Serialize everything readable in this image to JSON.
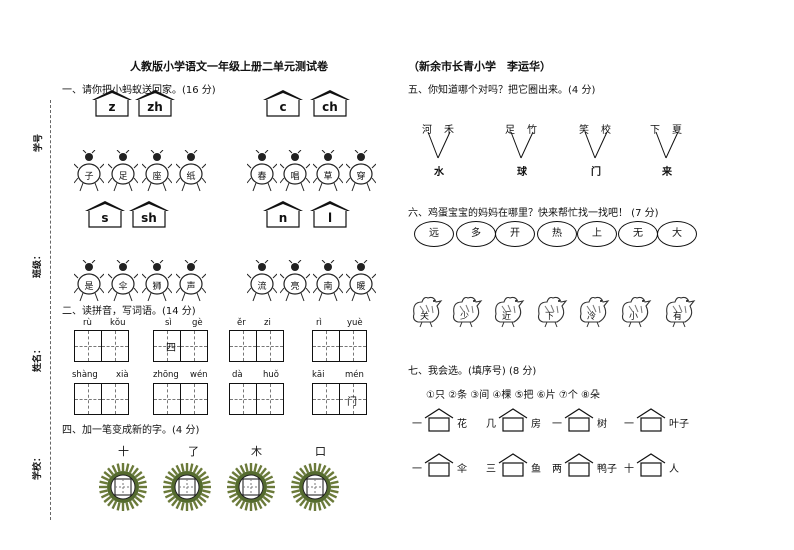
{
  "header": {
    "title": "人教版小学语文一年级上册二单元测试卷",
    "school_author": "（新余市长青小学　李运华）"
  },
  "sidebar": {
    "xuehao": "学号",
    "banji": "班级：",
    "xingming": "姓名：",
    "xuexiao": "学校："
  },
  "q1": {
    "title": "一、请你把小蚂蚁送回家。(16 分)",
    "houses_top": [
      "z",
      "zh",
      "c",
      "ch"
    ],
    "houses_bottom": [
      "s",
      "sh",
      "n",
      "l"
    ],
    "ants_row1_left": [
      "子",
      "足",
      "座",
      "纸"
    ],
    "ants_row1_right": [
      "春",
      "唱",
      "草",
      "穿"
    ],
    "ants_row2_left": [
      "是",
      "伞",
      "狮",
      "声"
    ],
    "ants_row2_right": [
      "流",
      "亮",
      "南",
      "暖"
    ]
  },
  "q2": {
    "title": "二、读拼音，写词语。(14 分)",
    "row1_pinyin": [
      "rù",
      "kǒu",
      "sì",
      "gè",
      "ěr",
      "zi",
      "rì",
      "yuè"
    ],
    "row1_char": "四",
    "row2_pinyin": [
      "shàng",
      "xià",
      "zhōng",
      "wén",
      "dà",
      "huǒ",
      "kāi",
      "mén"
    ],
    "row2_char": "门"
  },
  "q4": {
    "title": "四、加一笔变成新的字。(4 分)",
    "chars": [
      "十",
      "了",
      "木",
      "口"
    ]
  },
  "q5": {
    "title": "五、你知道哪个对吗？把它圈出来。(4 分)",
    "groups": [
      {
        "left": "河",
        "right": "禾",
        "bottom": "水"
      },
      {
        "left": "足",
        "right": "竹",
        "bottom": "球"
      },
      {
        "left": "笑",
        "right": "校",
        "bottom": "门"
      },
      {
        "left": "下",
        "right": "夏",
        "bottom": "来"
      }
    ]
  },
  "q6": {
    "title": "六、鸡蛋宝宝的妈妈在哪里？快来帮忙找一找吧！ (7 分)",
    "eggs": [
      "远",
      "多",
      "开",
      "热",
      "上",
      "无",
      "大"
    ],
    "hens": [
      "关",
      "少",
      "近",
      "下",
      "冷",
      "小",
      "有"
    ]
  },
  "q7": {
    "title": "七、我会选。(填序号) (8 分)",
    "options": "①只 ②条 ③间 ④棵 ⑤把 ⑥片 ⑦个 ⑧朵",
    "row1": [
      {
        "pre": "一",
        "post": "花"
      },
      {
        "pre": "几",
        "post": "房"
      },
      {
        "pre": "一",
        "post": "树"
      },
      {
        "pre": "一",
        "post": "叶子"
      }
    ],
    "row2": [
      {
        "pre": "一",
        "post": "伞"
      },
      {
        "pre": "三",
        "post": "鱼"
      },
      {
        "pre": "两",
        "post": "鸭子"
      },
      {
        "pre": "十",
        "post": "人"
      }
    ]
  }
}
